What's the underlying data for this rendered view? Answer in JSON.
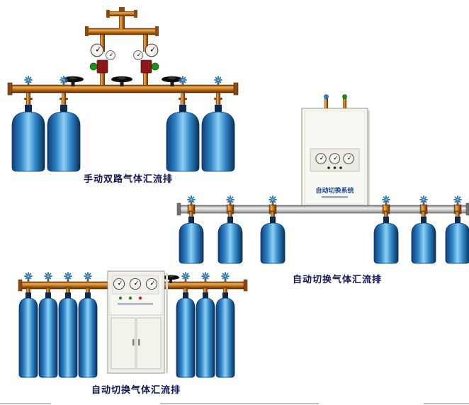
{
  "page": {
    "background": "#ffffff"
  },
  "products": [
    {
      "caption": "手动双路气体汇流排"
    },
    {
      "caption": "自动切换气体汇流排"
    },
    {
      "caption": "自动切换气体汇流排"
    }
  ],
  "cabinet": {
    "label": "自动切换系统"
  },
  "colors": {
    "caption_text": "#131358",
    "brass_pipe": "#c87820",
    "aluminum_pipe": "#d9d9d9",
    "cylinder_blue": "#2f85c6",
    "cabinet_white": "#f9f9f4",
    "handwheel_black": "#0b0b0b",
    "handwheel_blue": "#2573ad",
    "cabinet_label_blue": "#17489e"
  }
}
